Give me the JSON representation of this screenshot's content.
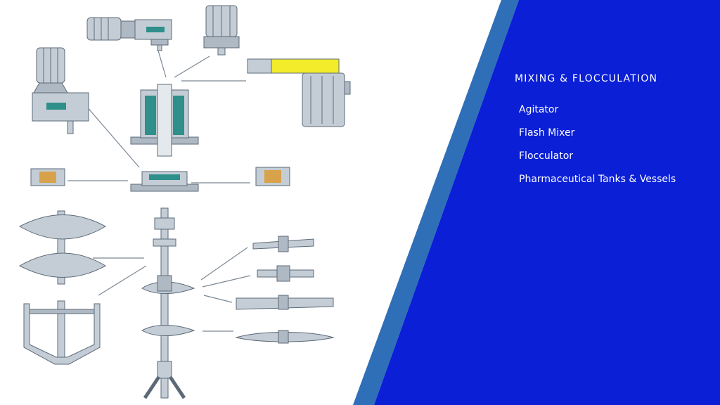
{
  "slide": {
    "title": "MIXING & FLOCCULATION",
    "items": [
      {
        "label": "Agitator"
      },
      {
        "label": "Flash Mixer"
      },
      {
        "label": "Flocculator"
      },
      {
        "label": "Pharmaceutical Tanks & Vessels"
      }
    ]
  },
  "colors": {
    "panel_blue": "#0a1fd6",
    "accent_stripe": "#2f6fb7",
    "part_fill": "#c4cdd6",
    "part_dark": "#5c6a78",
    "part_teal": "#2f8f8a",
    "bracket_yellow": "#f2ec2a",
    "line": "#7c8894"
  },
  "icons": [
    "gear-motor-icon",
    "vertical-motor-icon",
    "bearing-housing-icon",
    "helical-ribbon-impeller-icon",
    "anchor-impeller-icon",
    "hydrofoil-impeller-icon",
    "pitched-blade-turbine-icon",
    "rushton-turbine-icon"
  ]
}
